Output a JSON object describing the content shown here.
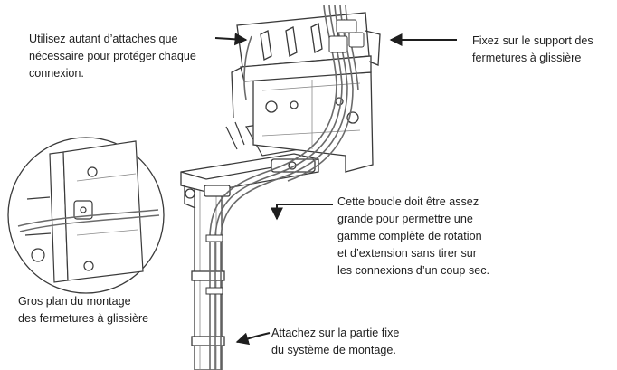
{
  "colors": {
    "ink": "#1e1e1e",
    "line": "#3a3a3a",
    "light": "#8a8a8a",
    "background": "#ffffff"
  },
  "icons": [
    "arrow-icon"
  ],
  "callouts": {
    "ties": "Utilisez autant d’attaches que\nnécessaire pour protéger chaque\nconnexion.",
    "zip_support": "Fixez sur le support des\nfermetures à glissière",
    "loop": "Cette boucle doit être assez\ngrande pour permettre une\ngamme complète de rotation\net d’extension sans tirer sur\nles connexions d’un coup sec.",
    "closeup": "Gros plan du montage\ndes fermetures à glissière",
    "fixed_part": "Attachez sur la partie fixe\ndu système de montage."
  }
}
